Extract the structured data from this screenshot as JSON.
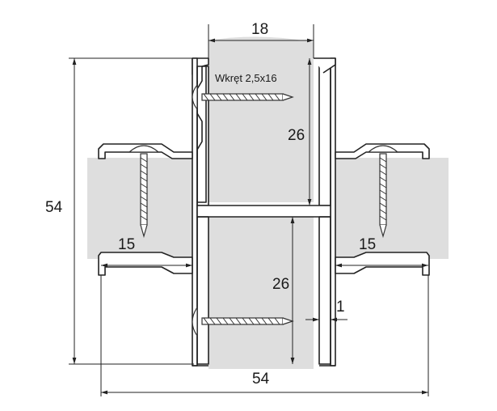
{
  "title": "Profile cross-section with dimensions",
  "screw_label": "Wkręt 2,5x16",
  "dimensions": {
    "top_width": "18",
    "total_height": "54",
    "upper_chamber_height": "26",
    "lower_chamber_height": "26",
    "left_flange": "15",
    "right_flange": "15",
    "wall_thickness": "1",
    "total_width": "54"
  },
  "colors": {
    "panel": "#dedede",
    "line": "#222222"
  }
}
